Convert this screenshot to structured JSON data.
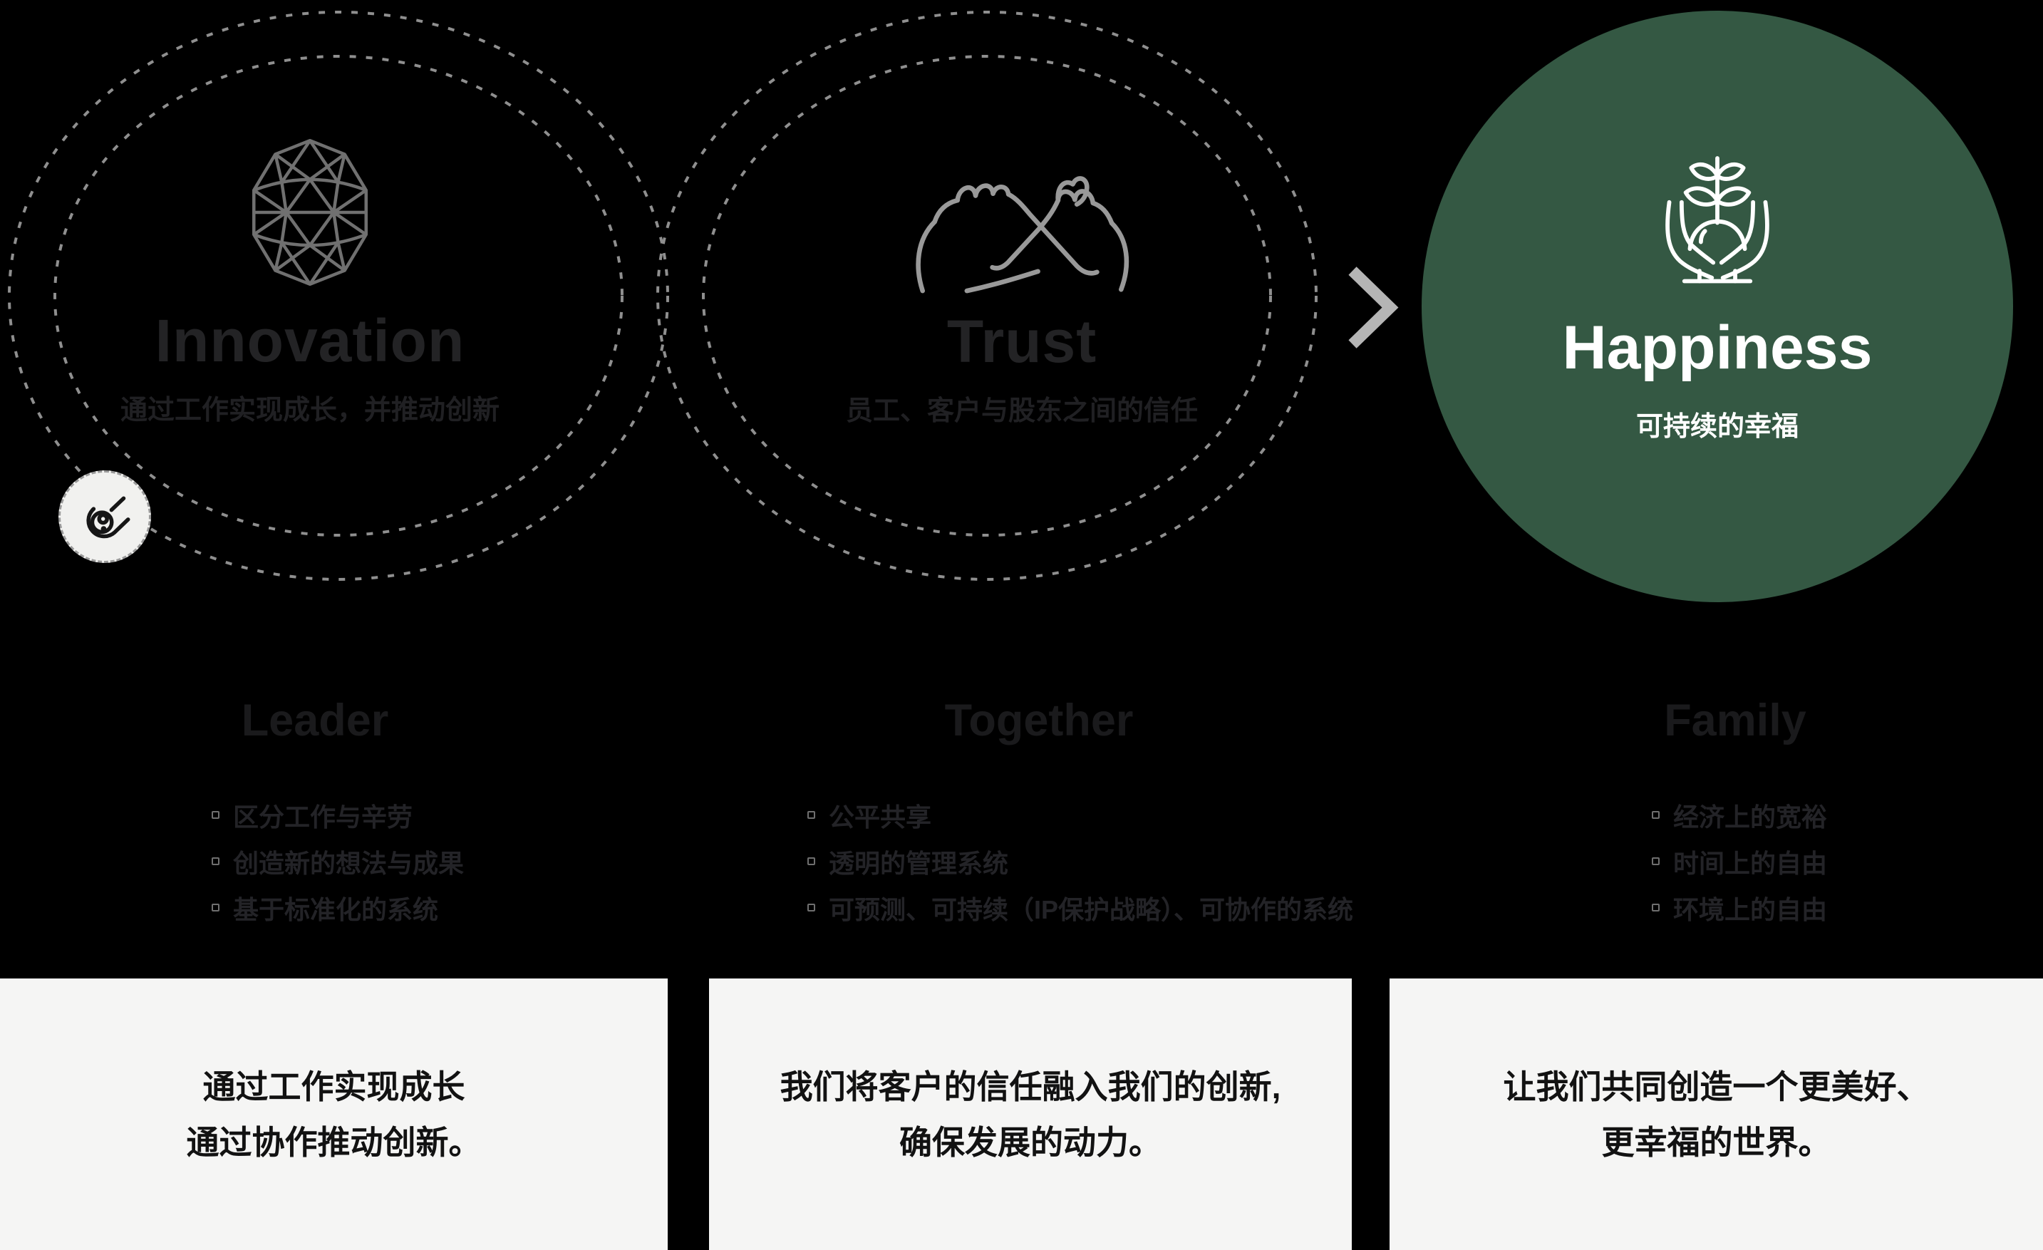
{
  "infinity": {
    "left_lobe": {
      "title": "Innovation",
      "subtitle": "通过工作实现成长，并推动创新"
    },
    "right_lobe": {
      "title": "Trust",
      "subtitle": "员工、客户与股东之间的信任"
    }
  },
  "result_circle": {
    "title": "Happiness",
    "subtitle": "可持续的幸福"
  },
  "icons": {
    "left_lobe": "geodesic-sphere-icon",
    "right_lobe": "pinky-promise-hands-icon",
    "result": "hands-holding-plant-icon",
    "badge": "comet-icon",
    "arrow": "chevron-right-icon"
  },
  "columns": [
    {
      "heading": "Leader",
      "bullets": [
        "区分工作与辛劳",
        "创造新的想法与成果",
        "基于标准化的系统"
      ],
      "card_line1": "通过工作实现成长",
      "card_line2": "通过协作推动创新。"
    },
    {
      "heading": "Together",
      "bullets": [
        "公平共享",
        "透明的管理系统",
        "可预测、可持续（IP保护战略）、可协作的系统"
      ],
      "card_line1": "我们将客户的信任融入我们的创新,",
      "card_line2": "确保发展的动力。"
    },
    {
      "heading": "Family",
      "bullets": [
        "经济上的宽裕",
        "时间上的自由",
        "环境上的自由"
      ],
      "card_line1": "让我们共同创造一个更美好、",
      "card_line2": "更幸福的世界。"
    }
  ],
  "colors": {
    "background": "#000000",
    "loop_dots": "#8f8f8f",
    "ghost_title": "#232325",
    "ghost_subtitle": "#202023",
    "ghost_heading": "#1a1a1c",
    "ghost_bullet": "#232327",
    "bullet_marker": "#6f6f6f",
    "sphere_icon": "#707070",
    "hands_icon": "#999999",
    "chevron": "#b5b5b5",
    "happiness_bg": "#345843",
    "happiness_text": "#ffffff",
    "card_bg": "#f5f5f4",
    "card_text": "#121212",
    "badge_bg": "#f1f1ef",
    "badge_border": "#9a9a9a",
    "badge_icon": "#161616"
  }
}
